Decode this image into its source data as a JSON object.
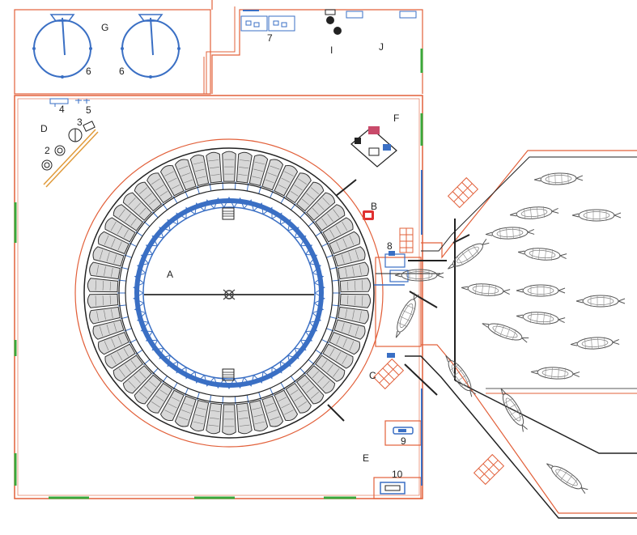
{
  "colors": {
    "wall": "#e2603a",
    "structure": "#3a6fc4",
    "ink": "#222222",
    "stall": "#4a4a4a",
    "green": "#3aa83a"
  },
  "labels": {
    "A": "A",
    "B": "B",
    "C": "C",
    "D": "D",
    "E": "E",
    "F": "F",
    "G": "G",
    "I": "I",
    "J": "J",
    "n2": "2",
    "n3": "3",
    "n4": "4",
    "n5": "5",
    "n6a": "6",
    "n6b": "6",
    "n7": "7",
    "n8": "8",
    "n9": "9",
    "n10": "10"
  },
  "rotary": {
    "stall_count": 54
  },
  "cows_in_yard": 17
}
